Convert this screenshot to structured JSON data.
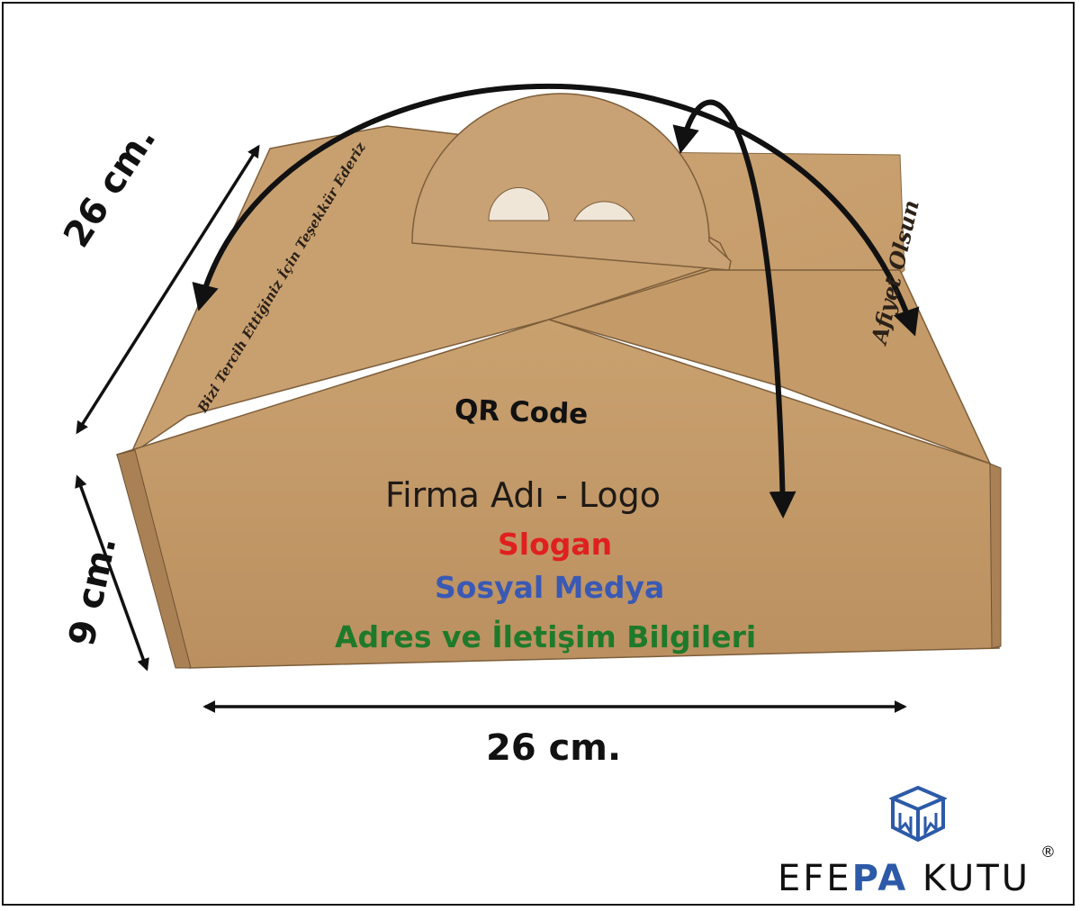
{
  "dimensions": {
    "depth": "26 cm.",
    "height": "9 cm.",
    "width": "26 cm."
  },
  "box_print": {
    "qr": "QR Code",
    "company": "Firma Adı - Logo",
    "slogan": "Slogan",
    "social": "Sosyal Medya",
    "address": "Adres ve İletişim Bilgileri",
    "script_left": "Bizi Tercih Ettiğiniz İçin Teşekkür Ederiz",
    "script_right": "Afiyet Olsun"
  },
  "brand": {
    "name_a": "EFE",
    "name_b": "PA",
    "name_c": " KUTU",
    "registered": "®",
    "logo_icon": "box-logo-icon"
  },
  "colors": {
    "kraft": "#c29a67",
    "slogan": "#e0201f",
    "social": "#3a59b4",
    "address": "#1e7a2a",
    "brand_accent": "#2c5aa8"
  }
}
